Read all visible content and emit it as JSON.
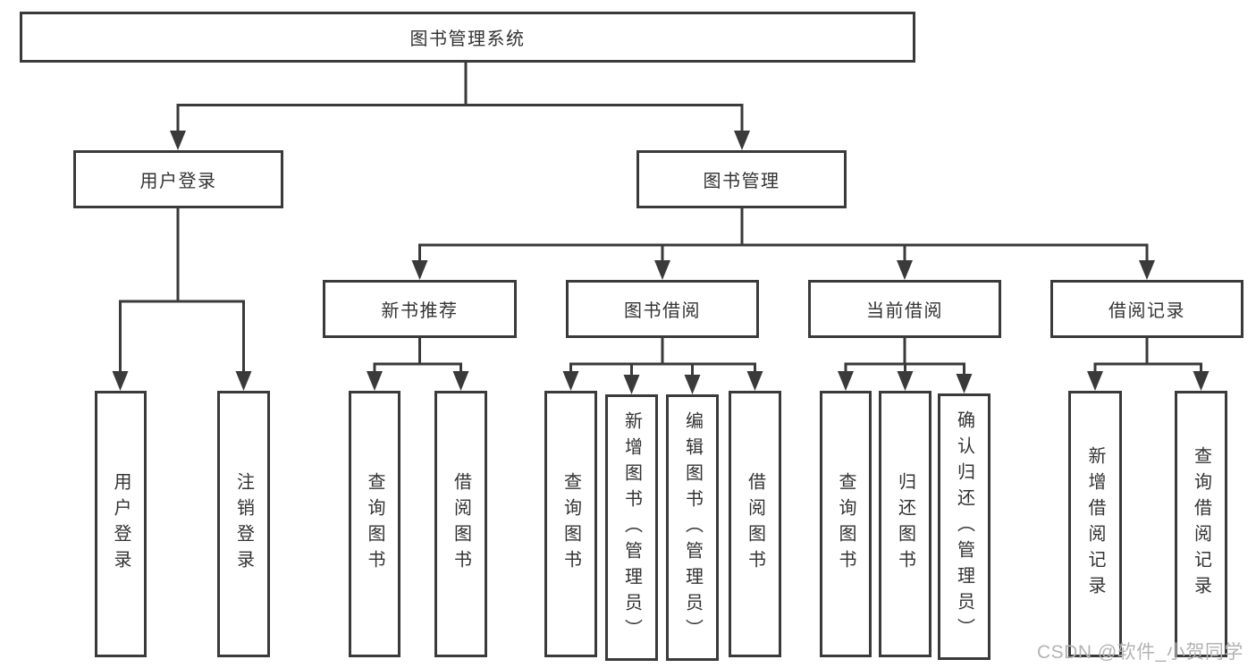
{
  "diagram_type": "hierarchy-chart",
  "tree": {
    "root": {
      "label": "图书管理系统"
    },
    "children": [
      {
        "label": "用户登录",
        "children": [
          {
            "label": "用户登录"
          },
          {
            "label": "注销登录"
          }
        ]
      },
      {
        "label": "图书管理",
        "children": [
          {
            "label": "新书推荐",
            "children": [
              {
                "label": "查询图书"
              },
              {
                "label": "借阅图书"
              }
            ]
          },
          {
            "label": "图书借阅",
            "children": [
              {
                "label": "查询图书"
              },
              {
                "label": "新增图书（管理员）"
              },
              {
                "label": "编辑图书（管理员）"
              },
              {
                "label": "借阅图书"
              }
            ]
          },
          {
            "label": "当前借阅",
            "children": [
              {
                "label": "查询图书"
              },
              {
                "label": "归还图书"
              },
              {
                "label": "确认归还（管理员）"
              }
            ]
          },
          {
            "label": "借阅记录",
            "children": [
              {
                "label": "新增借阅记录"
              },
              {
                "label": "查询借阅记录"
              }
            ]
          }
        ]
      }
    ]
  },
  "watermark": {
    "text": "CSDN @软件_小贺同学",
    "color": "#b3b3b3"
  },
  "colors": {
    "line": "#3a3a3a",
    "box_border": "#3a3a3a",
    "box_fill": "#ffffff",
    "text": "#333333",
    "background": "#ffffff"
  }
}
